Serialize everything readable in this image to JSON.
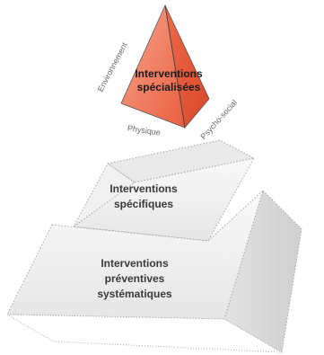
{
  "top_pyramid": {
    "label_line1": "Interventions",
    "label_line2": "spécialisées",
    "faces": {
      "left": "Environnement",
      "bottom": "Physique",
      "right": "Psycho-social"
    }
  },
  "middle_block": {
    "line1": "Interventions",
    "line2": "spécifiques"
  },
  "bottom_block": {
    "line1": "Interventions",
    "line2": "préventives",
    "line3": "systématiques"
  },
  "colors": {
    "accent": "#e8583a",
    "accent_light": "#f79a80",
    "accent_dark": "#d84325",
    "block_front": "#efefef",
    "block_side": "#d8d8d8",
    "block_top": "#e4e4e4",
    "outline": "#b0b0b0"
  }
}
